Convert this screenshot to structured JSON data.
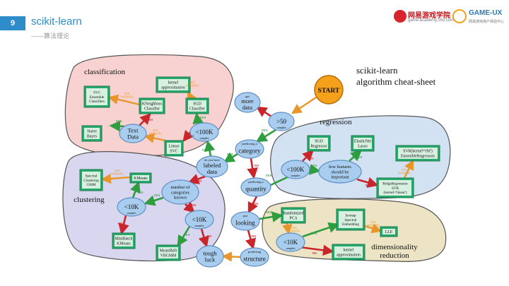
{
  "header": {
    "page_number": "9",
    "title": "scikit-learn",
    "subtitle": "——算法理论",
    "logo1": {
      "name": "网易游戏学院",
      "url": "game.academy.163.com"
    },
    "logo2": {
      "name": "GAME-UX",
      "tagline": "网易游戏用户体验中心"
    }
  },
  "cheat_title": [
    "scikit-learn",
    "algorithm cheat-sheet"
  ],
  "groups": {
    "classification": "classification",
    "clustering": "clustering",
    "regression": "regression",
    "dimensionality": [
      "dimensionality",
      "reduction"
    ]
  },
  "start": "START",
  "decisions": {
    "more_data": {
      "pre": "get",
      "label": [
        "more",
        "data"
      ]
    },
    "gt50": {
      "label": [
        ">50"
      ],
      "post": "samples"
    },
    "category": {
      "pre": "predicting a",
      "label": [
        "category"
      ]
    },
    "labeled": {
      "pre": "do you have",
      "label": [
        "labeled",
        "data"
      ]
    },
    "quantity": {
      "pre": "predicting a",
      "label": [
        "quantity"
      ]
    },
    "looking": {
      "pre": "just",
      "label": [
        "looking"
      ]
    },
    "structure": {
      "pre": "predicting",
      "label": [
        "structure"
      ]
    },
    "tough_luck": {
      "label": [
        "tough",
        "luck"
      ]
    },
    "cls_lt100k": {
      "label": [
        "<100K"
      ],
      "post": "samples"
    },
    "text_data": {
      "label": [
        "Text",
        "Data"
      ]
    },
    "clu_lt10k": {
      "label": [
        "<10K"
      ],
      "post": "samples"
    },
    "clu_known": {
      "label": [
        "number of",
        "categories",
        "known"
      ]
    },
    "clu_lt10k_b": {
      "label": [
        "<10K"
      ],
      "post": "samples"
    },
    "reg_lt100k": {
      "label": [
        "<100K"
      ],
      "post": "samples"
    },
    "reg_few": {
      "label": [
        "few features",
        "should be",
        "important"
      ]
    },
    "dim_lt10k": {
      "label": [
        "<10K"
      ],
      "post": "samples"
    }
  },
  "estimators": {
    "kernel_approx_cls": [
      "kernel",
      "approximation"
    ],
    "sgd_classifier": [
      "SGD",
      "Classifier"
    ],
    "svc_ensemble": [
      "SVC",
      "Ensemble",
      "Classifiers"
    ],
    "kneighbors": [
      "KNeighbors",
      "Classifier"
    ],
    "naive_bayes": [
      "Naive",
      "Bayes"
    ],
    "linear_svc": [
      "Linear",
      "SVC"
    ],
    "spectral_gmm": [
      "Spectral",
      "Clustering",
      "GMM"
    ],
    "kmeans": [
      "KMeans"
    ],
    "minibatch_kmeans": [
      "MiniBatch",
      "KMeans"
    ],
    "meanshift": [
      "MeanShift",
      "VBGMM"
    ],
    "sgd_regressor": [
      "SGD",
      "Regressor"
    ],
    "elasticnet": [
      "ElasticNet",
      "Lasso"
    ],
    "svr_ensemble": [
      "SVR(kernel='rbf')",
      "EnsembleRegressors"
    ],
    "ridge_svr": [
      "RidgeRegression",
      "SVR",
      "(kernel='linear')"
    ],
    "randomized_pca": [
      "Randomized",
      "PCA"
    ],
    "isomap": [
      "Isomap",
      "Spectral",
      "Embedding"
    ],
    "lle": [
      "LLE"
    ],
    "kernel_approx_dim": [
      "kernel",
      "approximation"
    ]
  },
  "edge_labels": {
    "yes": "YES",
    "no": "NO",
    "not_working": [
      "NOT",
      "WORKING"
    ]
  },
  "colors": {
    "classification_fill": "#f7d2d0",
    "clustering_fill": "#d9d6ef",
    "regression_fill": "#d3e2f3",
    "dimensionality_fill": "#ece4c4",
    "estimator_fill": "#27a96c",
    "estimator_inner": "#d8f0e0",
    "decision_fill": "#a9cdee",
    "start_fill": "#f6a11a",
    "yes_color": "#2e9e3e",
    "no_color": "#c8262a",
    "not_working_color": "#e8952a"
  }
}
